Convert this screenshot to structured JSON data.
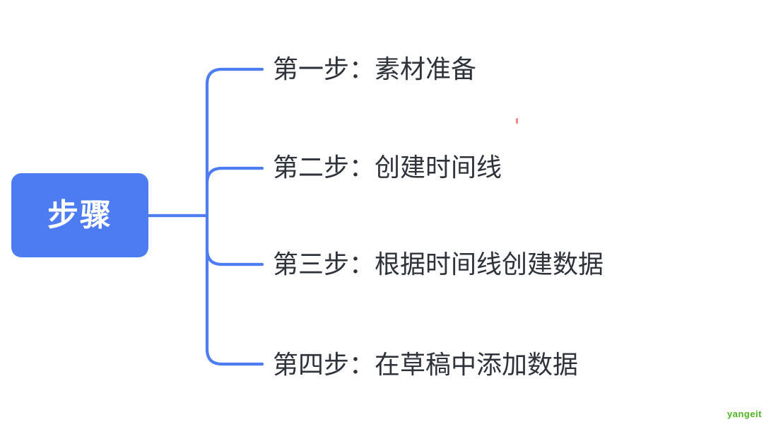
{
  "mindmap": {
    "root": {
      "label": "步骤"
    },
    "branches": [
      {
        "label": "第一步：素材准备"
      },
      {
        "label": "第二步：创建时间线"
      },
      {
        "label": "第三步：根据时间线创建数据"
      },
      {
        "label": "第四步：在草稿中添加数据"
      }
    ]
  },
  "watermark": {
    "label": "yangeit"
  },
  "colors": {
    "connector_blue": "#4E7CF2",
    "root_fill": "#4D7CF2",
    "label_text": "#2E323A",
    "watermark_green": "#4CB41E",
    "stray_mark_red": "#F08484"
  }
}
